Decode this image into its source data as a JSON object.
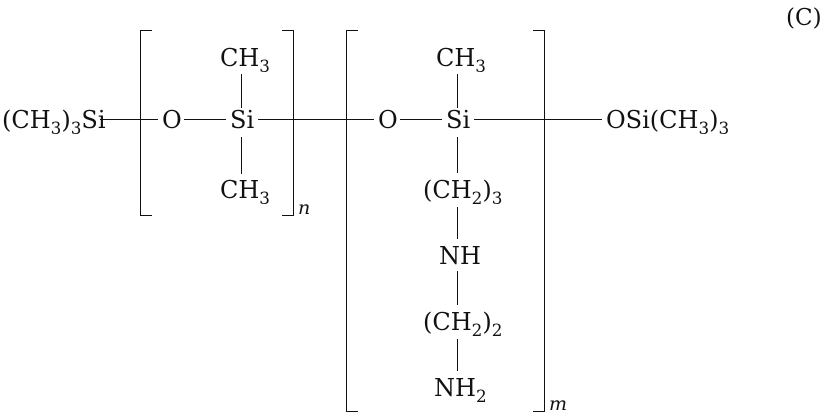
{
  "figure": {
    "label": "(C)"
  },
  "formula": {
    "left_terminal": "(CH_{3})_{3}Si",
    "right_terminal": "OSi(CH_{3})_{3}",
    "unit1": {
      "oxygen": "O",
      "silicon": "Si",
      "top_group": "CH_{3}",
      "bottom_group": "CH_{3}",
      "repeat_subscript": "n"
    },
    "unit2": {
      "oxygen": "O",
      "silicon": "Si",
      "top_group": "CH_{3}",
      "side_chain": [
        "(CH_{2})_{3}",
        "NH",
        "(CH_{2})_{2}",
        "NH_{2}"
      ],
      "repeat_subscript": "m"
    }
  }
}
